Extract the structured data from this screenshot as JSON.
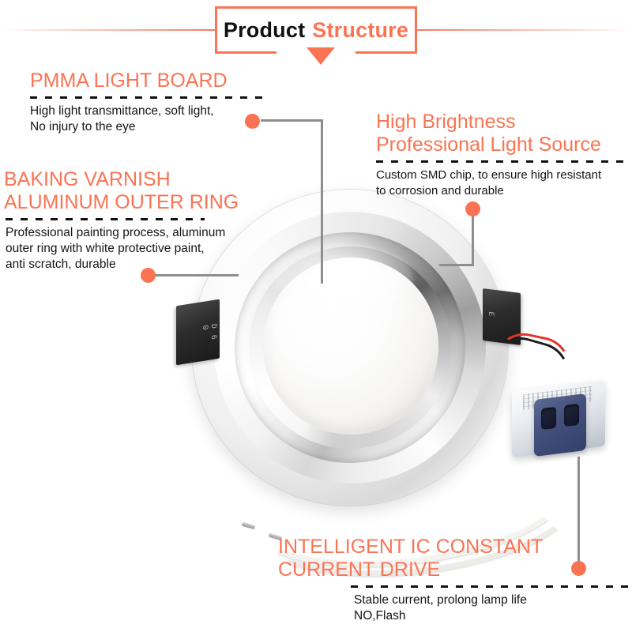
{
  "header": {
    "title_black": "Product",
    "title_orange": "Structure"
  },
  "callouts": [
    {
      "id": "pmma",
      "title": "PMMA LIGHT BOARD",
      "body_lines": [
        "High light transmittance, soft light,",
        "No injury to the eye"
      ]
    },
    {
      "id": "baking",
      "title_lines": [
        "BAKING VARNISH",
        "ALUMINUM OUTER RING"
      ],
      "body_lines": [
        "Professional painting process, aluminum",
        "outer ring with white protective paint,",
        "anti scratch, durable"
      ]
    },
    {
      "id": "brightness",
      "title_lines": [
        "High Brightness",
        "Professional Light Source"
      ],
      "body_lines": [
        "Custom SMD chip, to ensure high resistant",
        "to corrosion and durable"
      ]
    },
    {
      "id": "ic_drive",
      "title_lines": [
        "INTELLIGENT IC CONSTANT",
        "CURRENT DRIVE"
      ],
      "body_lines": [
        "Stable current, prolong lamp life",
        "NO,Flash"
      ]
    }
  ],
  "product": {
    "clip_left_mark": "D 6 0",
    "clip_right_mark": "E"
  },
  "colors": {
    "accent": "#FA7453",
    "text": "#141414",
    "leader_line": "#8E8E8E",
    "dash": "#111111"
  }
}
